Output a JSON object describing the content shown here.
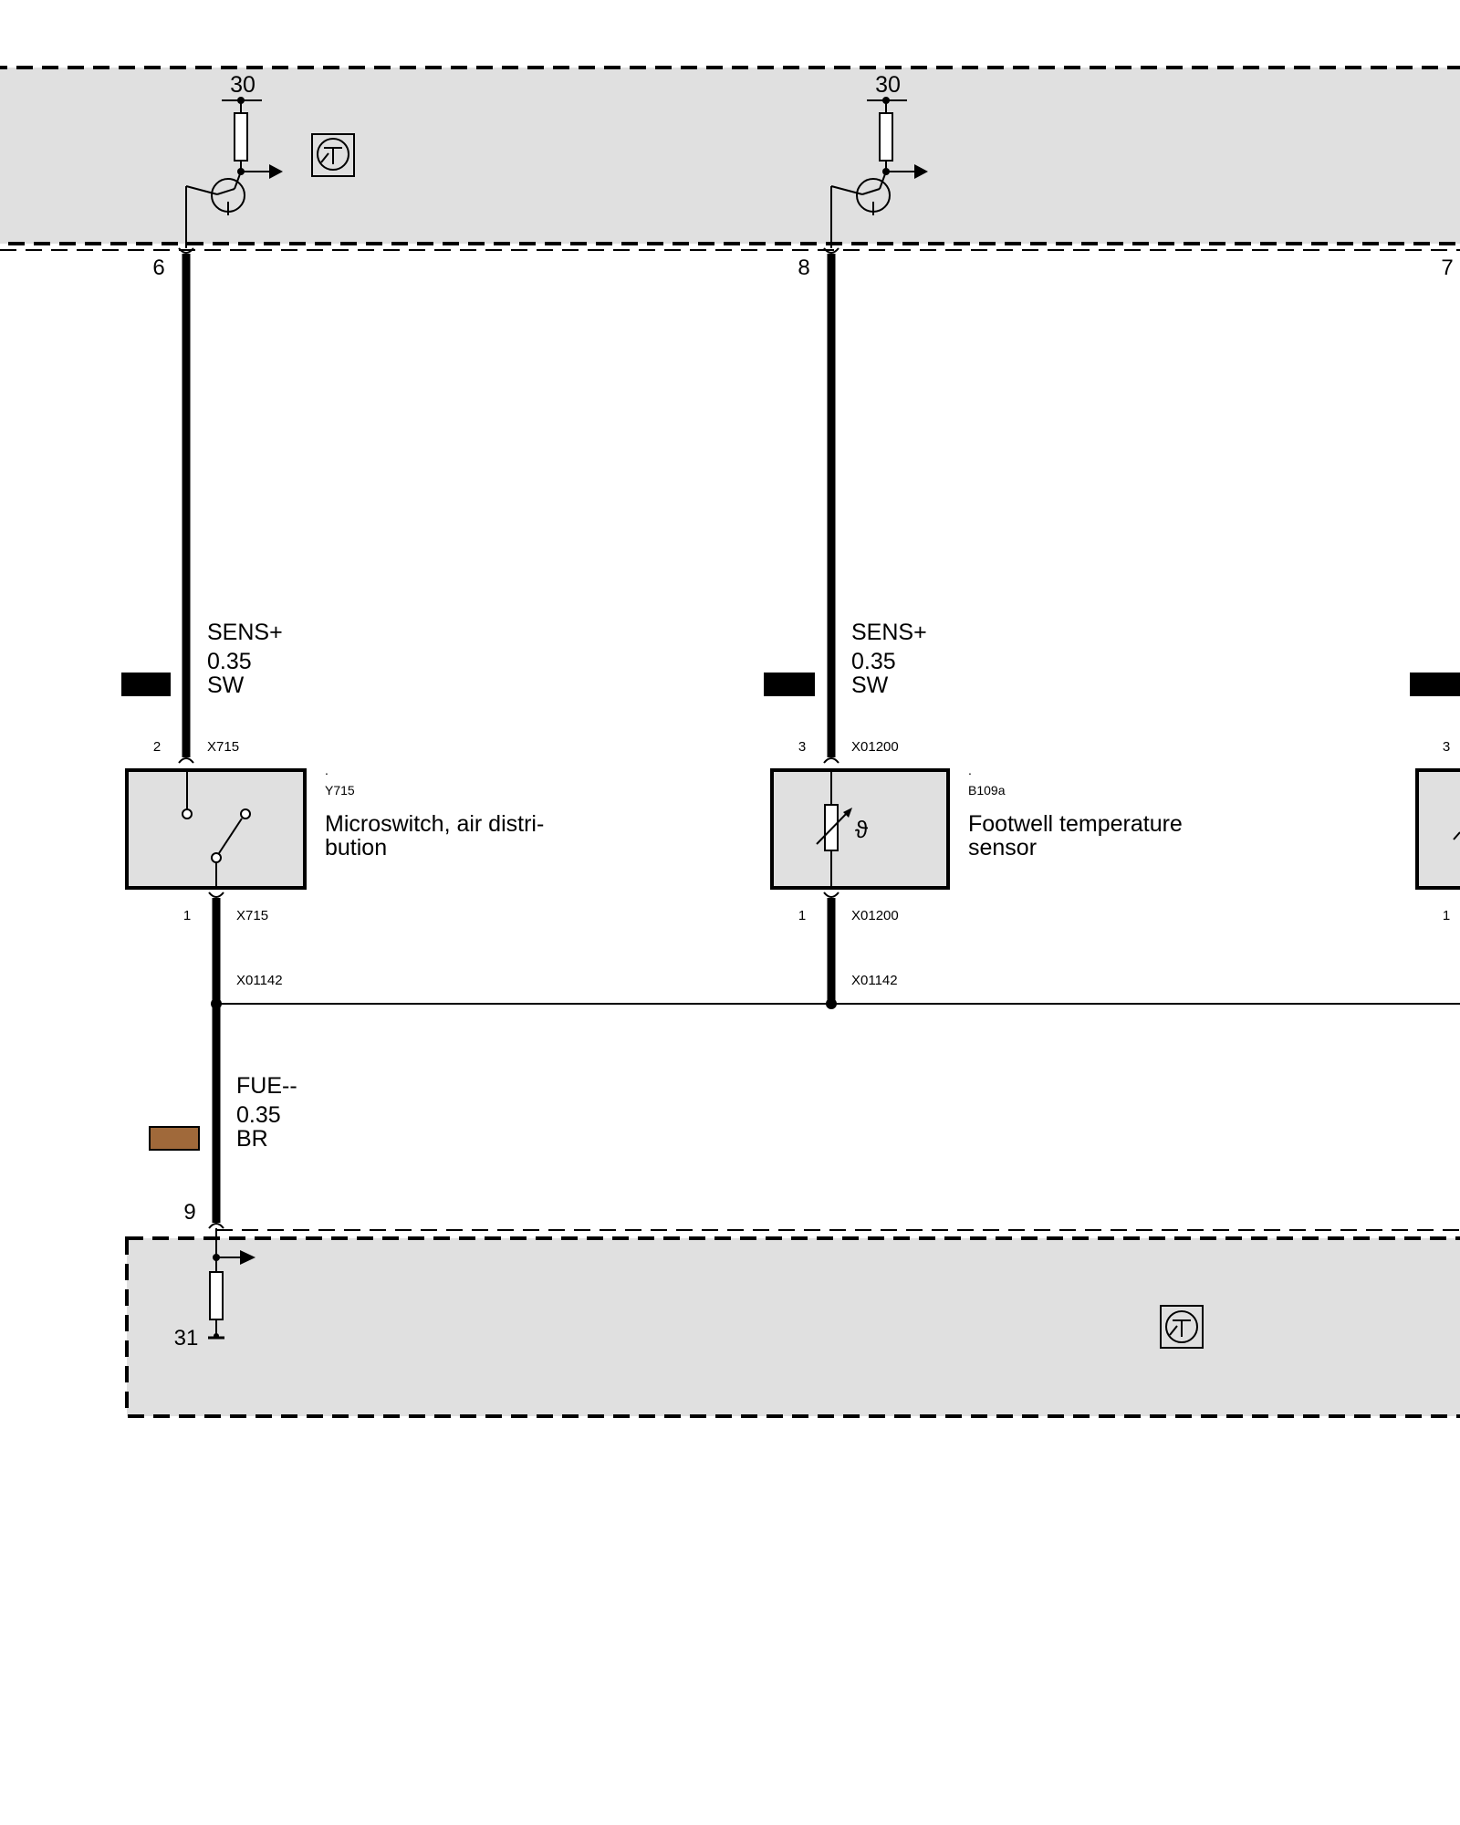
{
  "module_top": {
    "supply_labels": [
      "30",
      "30"
    ],
    "pins": [
      "6",
      "8",
      "7"
    ]
  },
  "wires": [
    {
      "signal": "SENS+",
      "cross_section": "0.35",
      "color_code": "SW",
      "color_hex": "#000000"
    },
    {
      "signal": "SENS+",
      "cross_section": "0.35",
      "color_code": "SW",
      "color_hex": "#000000"
    },
    {
      "signal": "FUE--",
      "cross_section": "0.35",
      "color_code": "BR",
      "color_hex": "#a0693a"
    }
  ],
  "components": [
    {
      "dot": ".",
      "id": "Y715",
      "description_line1": "Microswitch, air distri-",
      "description_line2": "bution",
      "top_pin": "2",
      "top_connector": "X715",
      "bottom_pin": "1",
      "bottom_connector": "X715"
    },
    {
      "dot": ".",
      "id": "B109a",
      "description_line1": "Footwell temperature",
      "description_line2": "sensor",
      "top_pin": "3",
      "top_connector": "X01200",
      "bottom_pin": "1",
      "bottom_connector": "X01200"
    }
  ],
  "partial_component": {
    "top_pin": "3",
    "bottom_pin": "1"
  },
  "splices": [
    "X01142",
    "X01142"
  ],
  "module_bottom": {
    "pin": "9",
    "ground_label": "31"
  },
  "icons": [
    "ecu-transistor-icon",
    "ecu-transistor-icon"
  ]
}
